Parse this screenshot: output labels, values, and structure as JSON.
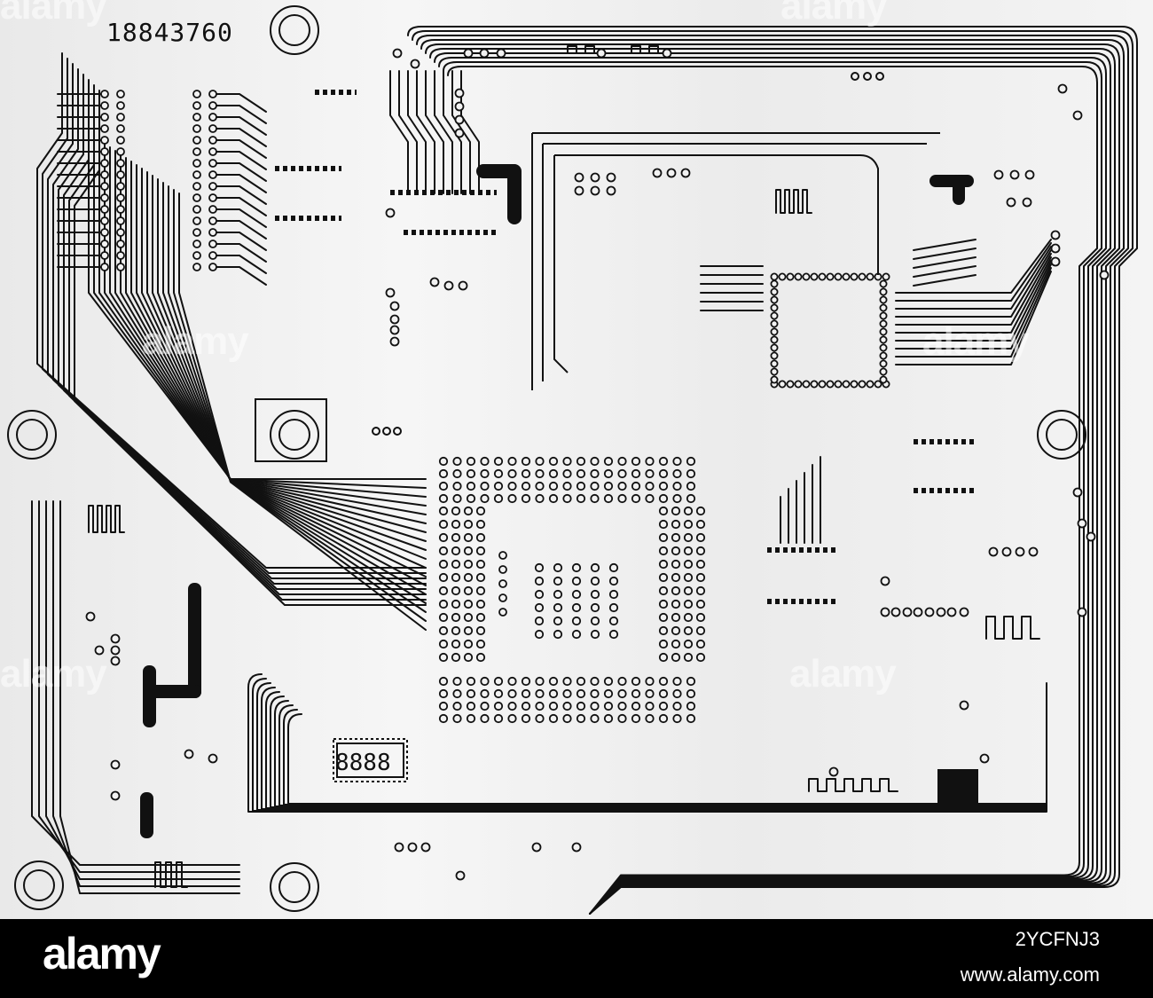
{
  "board": {
    "serial_label": "18843760",
    "display_label": "8888",
    "watermark_text": "alamy",
    "trace_color": "#111111",
    "background_color": "#efefef"
  },
  "footer": {
    "logo_text": "alamy",
    "image_id": "2YCFNJ3",
    "website": "www.alamy.com",
    "background_color": "#000000",
    "text_color": "#ffffff"
  }
}
